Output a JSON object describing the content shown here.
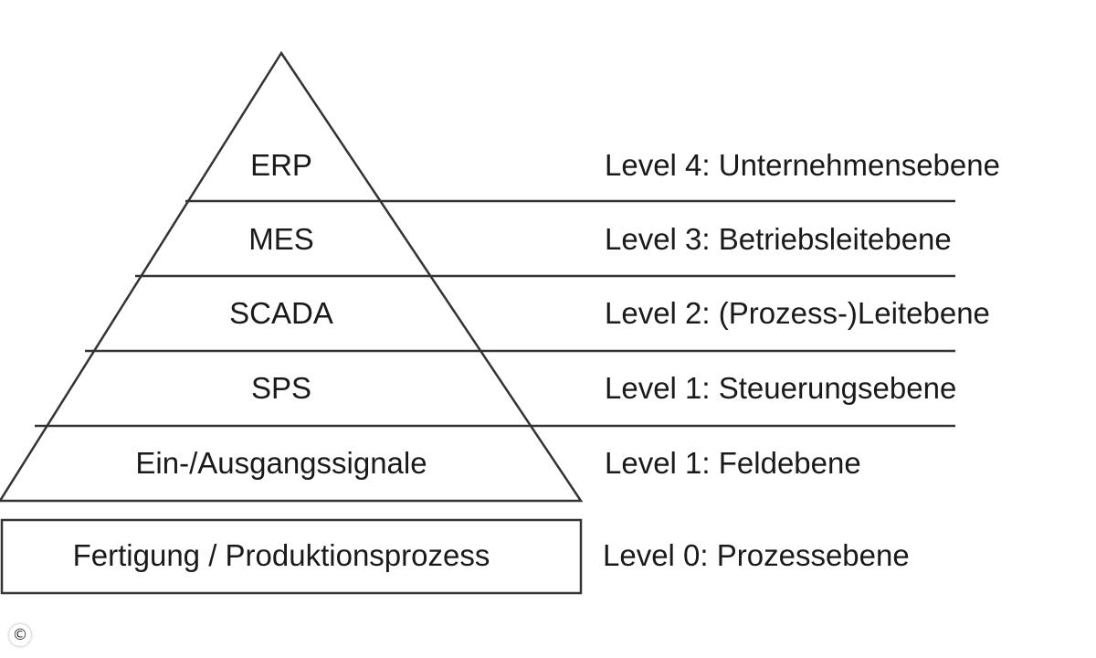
{
  "pyramid": {
    "levels": [
      {
        "system": "ERP",
        "level": "Level 4: Unternehmensebene"
      },
      {
        "system": "MES",
        "level": "Level 3: Betriebsleitebene"
      },
      {
        "system": "SCADA",
        "level": "Level 2: (Prozess-)Leitebene"
      },
      {
        "system": "SPS",
        "level": "Level 1: Steuerungsebene"
      },
      {
        "system": "Ein-/Ausgangssignale",
        "level": "Level 1: Feldebene"
      }
    ]
  },
  "base": {
    "label": "Fertigung / Produktionsprozess",
    "level": "Level 0: Prozessebene"
  },
  "copyright_symbol": "©"
}
